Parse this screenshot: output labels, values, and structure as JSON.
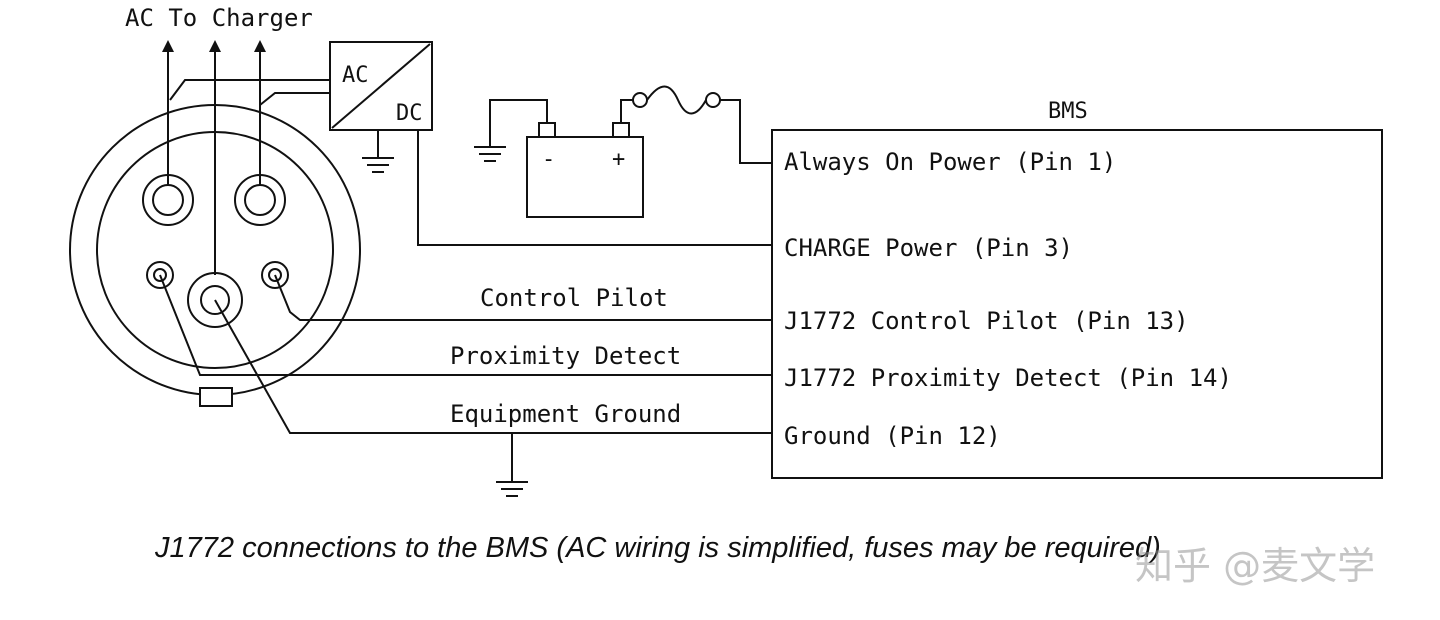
{
  "labels": {
    "ac_to_charger": "AC To Charger",
    "ac": "AC",
    "dc": "DC",
    "bms": "BMS",
    "battery_minus": "-",
    "battery_plus": "+",
    "control_pilot": "Control Pilot",
    "proximity_detect": "Proximity Detect",
    "equipment_ground": "Equipment Ground"
  },
  "bms_pins": [
    "Always On Power (Pin 1)",
    "CHARGE Power (Pin 3)",
    "J1772 Control Pilot (Pin 13)",
    "J1772 Proximity Detect (Pin 14)",
    "Ground (Pin 12)"
  ],
  "caption": "J1772 connections to the BMS (AC wiring is simplified, fuses may be required)",
  "watermark": "知乎 @麦文学"
}
